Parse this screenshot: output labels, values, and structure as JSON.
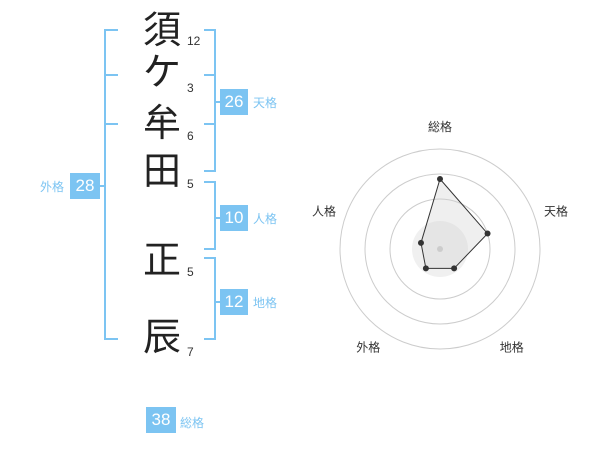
{
  "name": {
    "characters": [
      {
        "char": "須",
        "strokes": "12"
      },
      {
        "char": "ケ",
        "strokes": "3"
      },
      {
        "char": "牟",
        "strokes": "6"
      },
      {
        "char": "田",
        "strokes": "5"
      },
      {
        "char": "正",
        "strokes": "5"
      },
      {
        "char": "辰",
        "strokes": "7"
      }
    ]
  },
  "fortunes": {
    "tenkaku": {
      "label": "天格",
      "value": "26"
    },
    "jinkaku": {
      "label": "人格",
      "value": "10"
    },
    "chikaku": {
      "label": "地格",
      "value": "12"
    },
    "gaikaku": {
      "label": "外格",
      "value": "28"
    },
    "soukaku": {
      "label": "総格",
      "value": "38"
    }
  },
  "chart_data": {
    "type": "radar",
    "axes": [
      "総格",
      "天格",
      "地格",
      "外格",
      "人格"
    ],
    "values": [
      3.5,
      2.5,
      1.2,
      1.2,
      1.0
    ],
    "max": 5,
    "rings": 4,
    "colors": {
      "accent": "#7cc4f2",
      "fill": "#f0f0f0",
      "line": "#333333",
      "ring": "#cccccc"
    }
  }
}
